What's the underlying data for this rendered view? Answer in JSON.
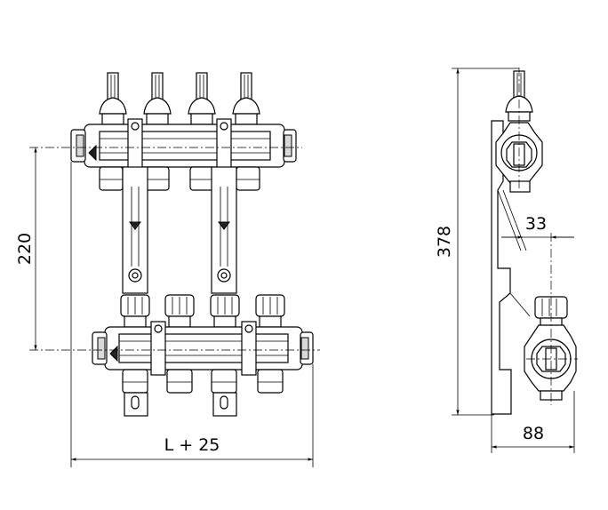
{
  "dimensions": {
    "height_manifolds": "220",
    "total_length": "L + 25",
    "side_height": "378",
    "side_offset": "33",
    "side_depth": "88"
  }
}
